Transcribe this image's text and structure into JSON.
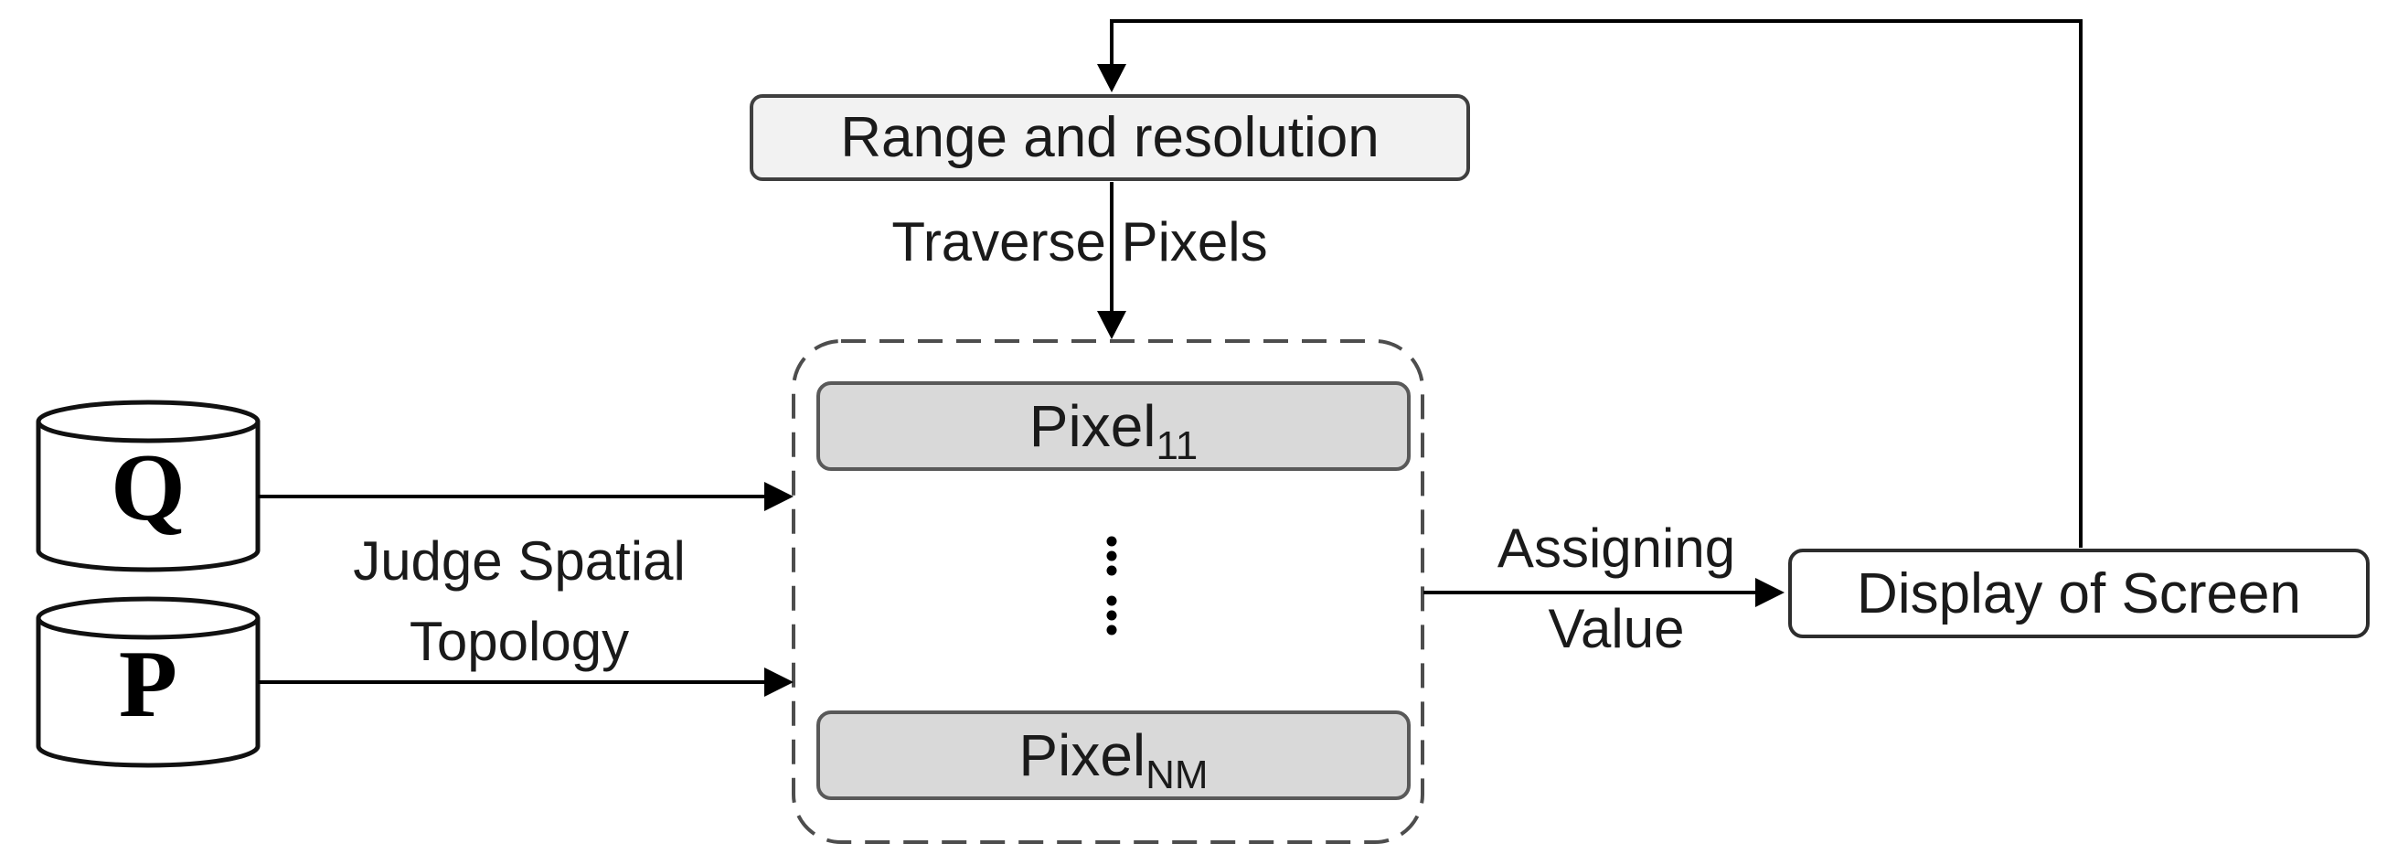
{
  "nodes": {
    "range": {
      "label": "Range and resolution"
    },
    "pixel_first": {
      "label": "Pixel",
      "subscript": "11"
    },
    "pixel_last": {
      "label": "Pixel",
      "subscript": "NM"
    },
    "display": {
      "label": "Display of Screen"
    },
    "q": {
      "label": "Q"
    },
    "p": {
      "label": "P"
    }
  },
  "flow_labels": {
    "traverse": "Traverse Pixels",
    "judge_line1": "Judge Spatial",
    "judge_line2": "Topology",
    "assign_line1": "Assigning",
    "assign_line2": "Value"
  },
  "colors": {
    "background": "#ffffff",
    "range_box_fill": "#f2f2f2",
    "pixel_box_fill": "#d9d9d9",
    "display_box_fill": "#ffffff",
    "box_border": "#3f3f3f",
    "pixel_box_border": "#595959",
    "dashed_container_border": "#4d4d4d",
    "arrow": "#000000"
  }
}
